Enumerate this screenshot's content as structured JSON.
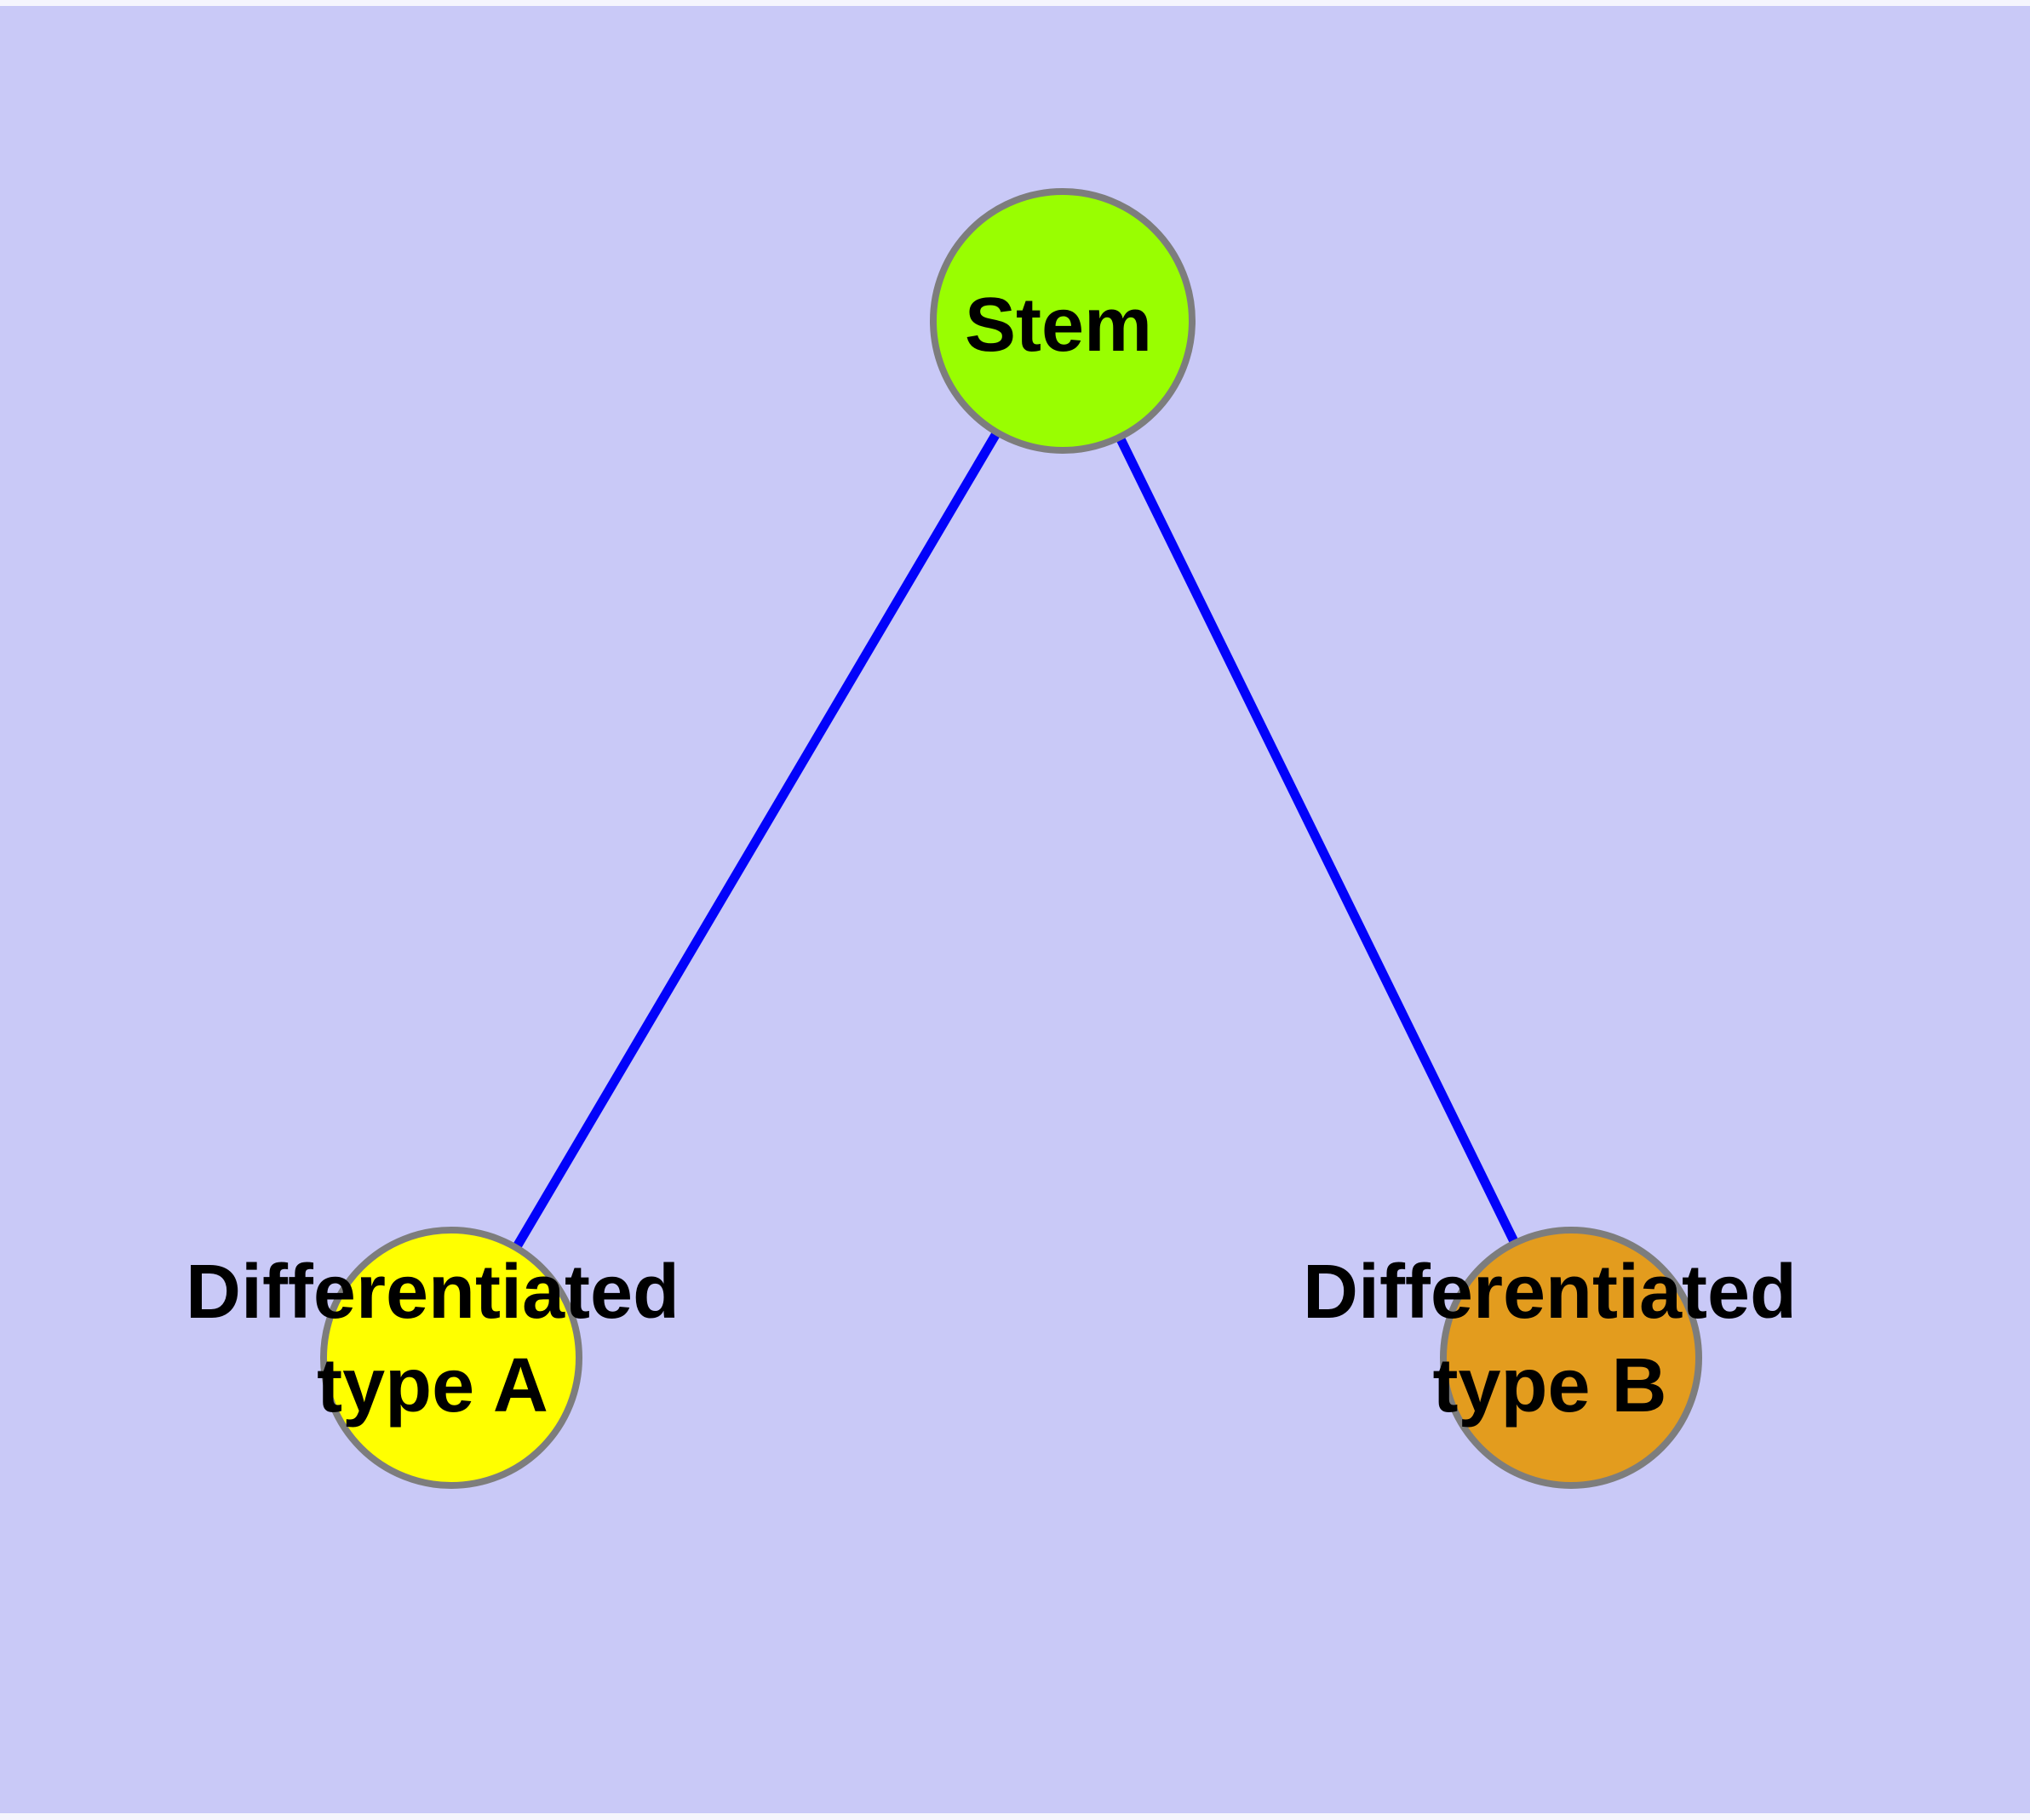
{
  "diagram": {
    "type": "graph",
    "description": "Stem cell differentiation graph with one parent node and two child nodes",
    "background_color": "#c9c9f7",
    "window_edge_color": "#f5f5fd",
    "edge_color": "#0202fa",
    "node_border_color": "#7d7d7d",
    "text_color": "#000000",
    "nodes": [
      {
        "id": "stem",
        "label": "Stem",
        "fill": "#99fe01"
      },
      {
        "id": "differentiated-type-a",
        "label_line1": "Differentiated",
        "label_line2": "type A",
        "fill": "#ffff00"
      },
      {
        "id": "differentiated-type-b",
        "label_line1": "Differentiated",
        "label_line2": "type B",
        "fill": "#e39c1e"
      }
    ],
    "edges": [
      {
        "source": "Stem",
        "target": "Differentiated type A"
      },
      {
        "source": "Stem",
        "target": "Differentiated type B"
      }
    ]
  }
}
